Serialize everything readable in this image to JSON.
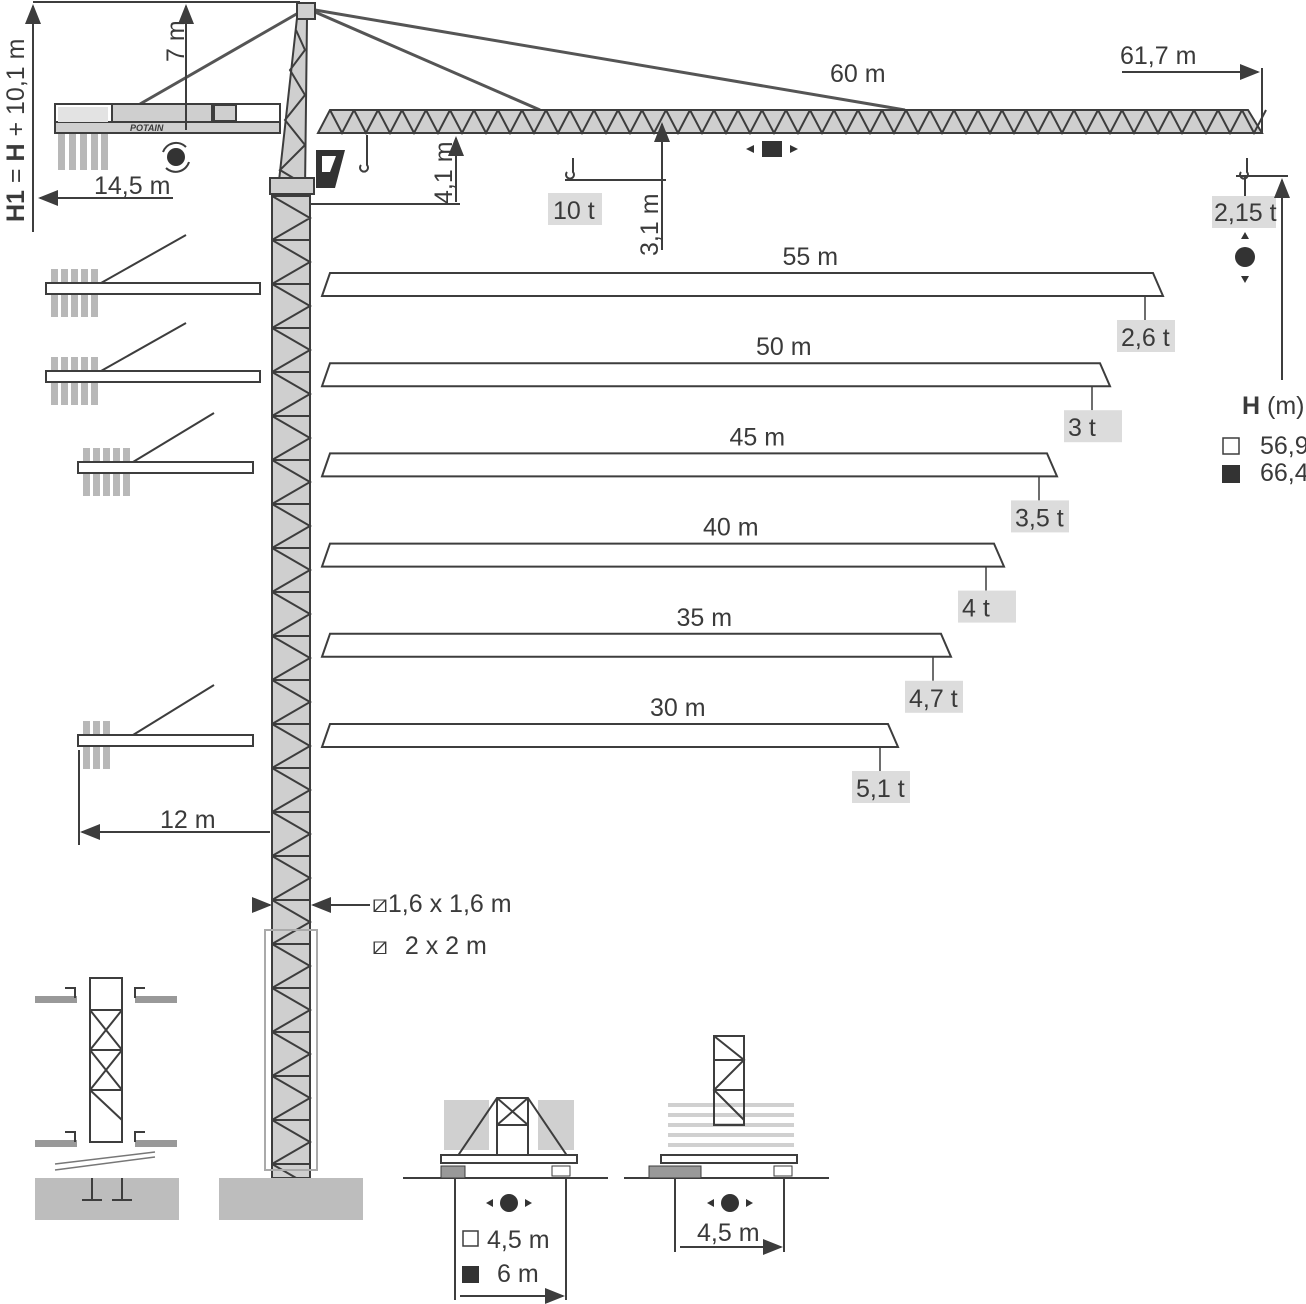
{
  "title_formula": {
    "h1": "H1",
    "eq": " = ",
    "h": "H",
    "rest": " + 10,1 m"
  },
  "dims": {
    "top_height": "7 m",
    "counter_jib": "14,5 m",
    "hook_height": "4,1 m",
    "max_load": "10 t",
    "min_radius_height": "3,1 m",
    "tie_length": "60 m",
    "max_jib": "61,7 m",
    "tip_load": "2,15 t",
    "lower_counter_jib": "12 m",
    "mast_small": "1,6 x 1,6 m",
    "mast_large": "2 x 2 m",
    "base1_small": "4,5 m",
    "base1_large": "6 m",
    "base2": "4,5 m",
    "brand": "POTAIN"
  },
  "height_legend": {
    "label": "H",
    "unit": "(m)",
    "values": [
      "56,9",
      "66,4"
    ]
  },
  "jibs": [
    {
      "length": "55 m",
      "load": "2,6 t"
    },
    {
      "length": "50 m",
      "load": "3 t"
    },
    {
      "length": "45 m",
      "load": "3,5 t"
    },
    {
      "length": "40 m",
      "load": "4 t"
    },
    {
      "length": "35 m",
      "load": "4,7 t"
    },
    {
      "length": "30 m",
      "load": "5,1 t"
    }
  ],
  "colors": {
    "line": "#3d3d3d",
    "fill": "#cfcfcf",
    "label_bg": "#dcdcdc"
  }
}
